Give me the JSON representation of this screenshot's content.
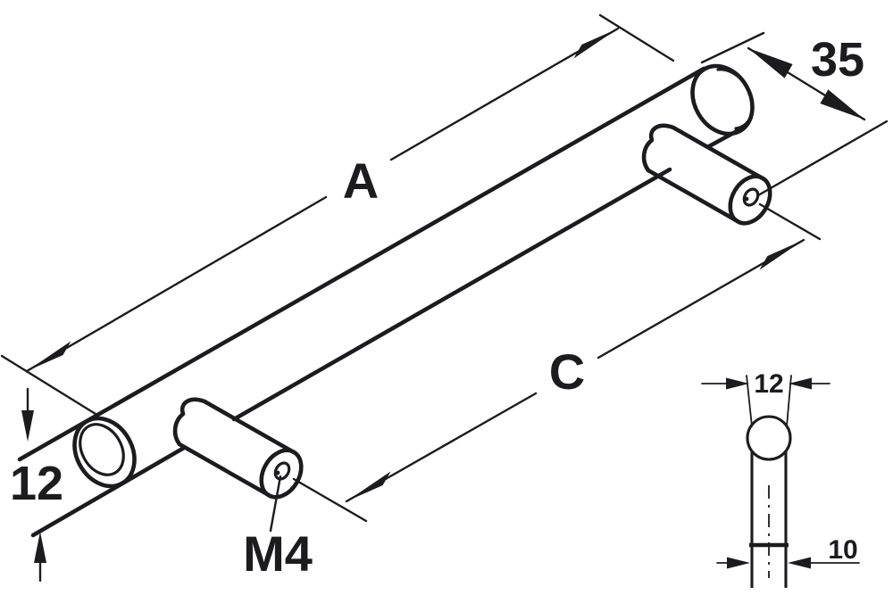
{
  "theme": {
    "ink_color": "#1c1c1e",
    "background_color": "#ffffff"
  },
  "drawing": {
    "description": "Dimension drawing of a cylindrical bar handle with two fixing posts, shown in oblique view plus a small end elevation",
    "main_view": {
      "labels": {
        "overall_length": "A",
        "hole_centers_distance": "C",
        "end_to_hole_offset": "35",
        "bar_diameter": "12",
        "thread_size": "M4"
      }
    },
    "side_view": {
      "labels": {
        "bar_diameter": "12",
        "post_width": "10"
      }
    }
  }
}
